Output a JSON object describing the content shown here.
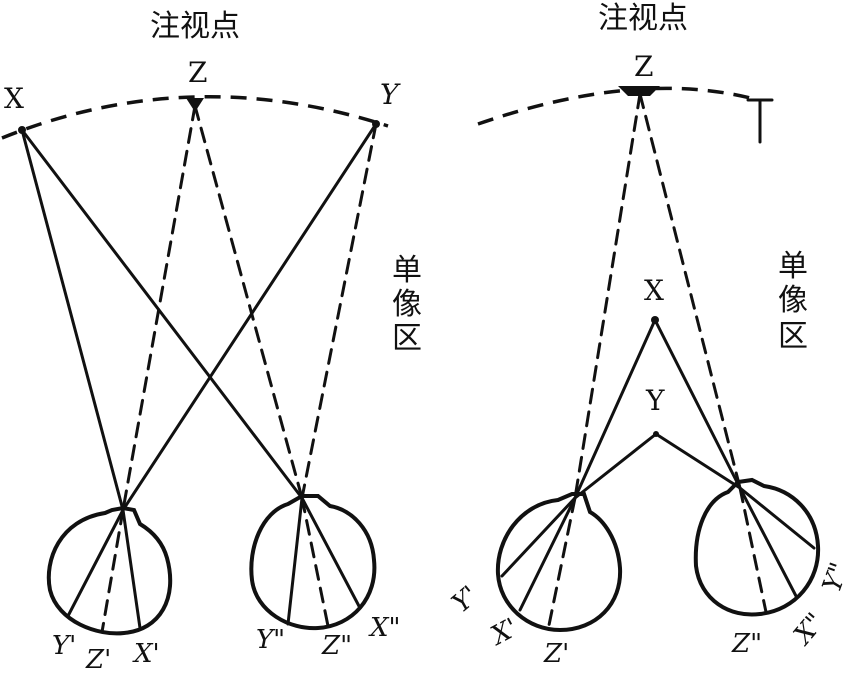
{
  "left_panel": {
    "fixation_title": "注视点",
    "point_z": "Z",
    "point_x": "X",
    "point_y": "Y",
    "single_vision_zone": [
      "单",
      "像",
      "区"
    ],
    "left_eye_labels": {
      "y": "Y'",
      "z": "Z'",
      "x": "X'"
    },
    "right_eye_labels": {
      "y": "Y\"",
      "z": "Z\"",
      "x": "X\""
    }
  },
  "right_panel": {
    "fixation_title": "注视点",
    "point_z": "Z",
    "point_x": "X",
    "point_y": "Y",
    "single_vision_zone": [
      "单",
      "像",
      "区"
    ],
    "left_eye_labels": {
      "y": "Y'",
      "x": "X'",
      "z": "Z'"
    },
    "right_eye_labels": {
      "z": "Z\"",
      "x": "X\"",
      "y": "Y\""
    }
  }
}
